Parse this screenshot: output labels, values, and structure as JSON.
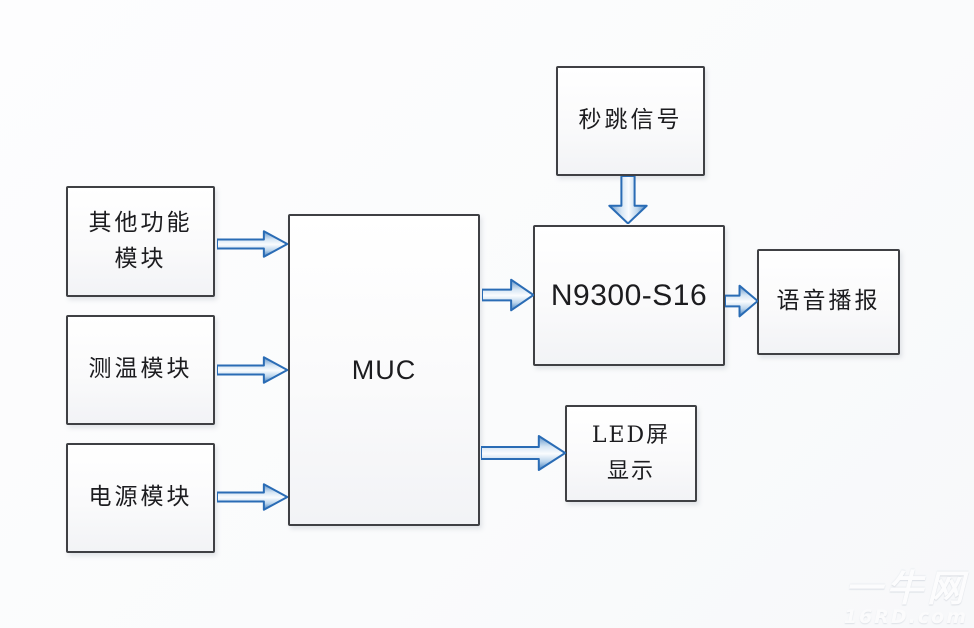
{
  "diagram": {
    "type": "block-diagram",
    "boxes": {
      "other": {
        "line1": "其他功能",
        "line2": "模块"
      },
      "temp": {
        "label": "测温模块"
      },
      "power": {
        "label": "电源模块"
      },
      "muc": {
        "label": "MUC"
      },
      "pulse": {
        "label": "秒跳信号"
      },
      "n9300": {
        "label": "N9300-S16"
      },
      "voice": {
        "label": "语音播报"
      },
      "led": {
        "line1": "LED屏",
        "line2": "显示"
      }
    },
    "edges": [
      {
        "from": "其他功能模块",
        "to": "MUC"
      },
      {
        "from": "测温模块",
        "to": "MUC"
      },
      {
        "from": "电源模块",
        "to": "MUC"
      },
      {
        "from": "秒跳信号",
        "to": "N9300-S16"
      },
      {
        "from": "MUC",
        "to": "N9300-S16"
      },
      {
        "from": "N9300-S16",
        "to": "语音播报"
      },
      {
        "from": "MUC",
        "to": "LED屏显示"
      }
    ],
    "colors": {
      "arrow_stroke": "#2a6cb5",
      "arrow_fill_dark": "#3f7cbd",
      "arrow_fill_mid": "#9fc2e2",
      "arrow_fill_light": "#fafcfe",
      "box_border": "#3f4044",
      "box_fill": "#fbfbfc",
      "background": "#fafbfc"
    },
    "watermark": {
      "brand": "一牛网",
      "site": "16RD.com"
    }
  }
}
